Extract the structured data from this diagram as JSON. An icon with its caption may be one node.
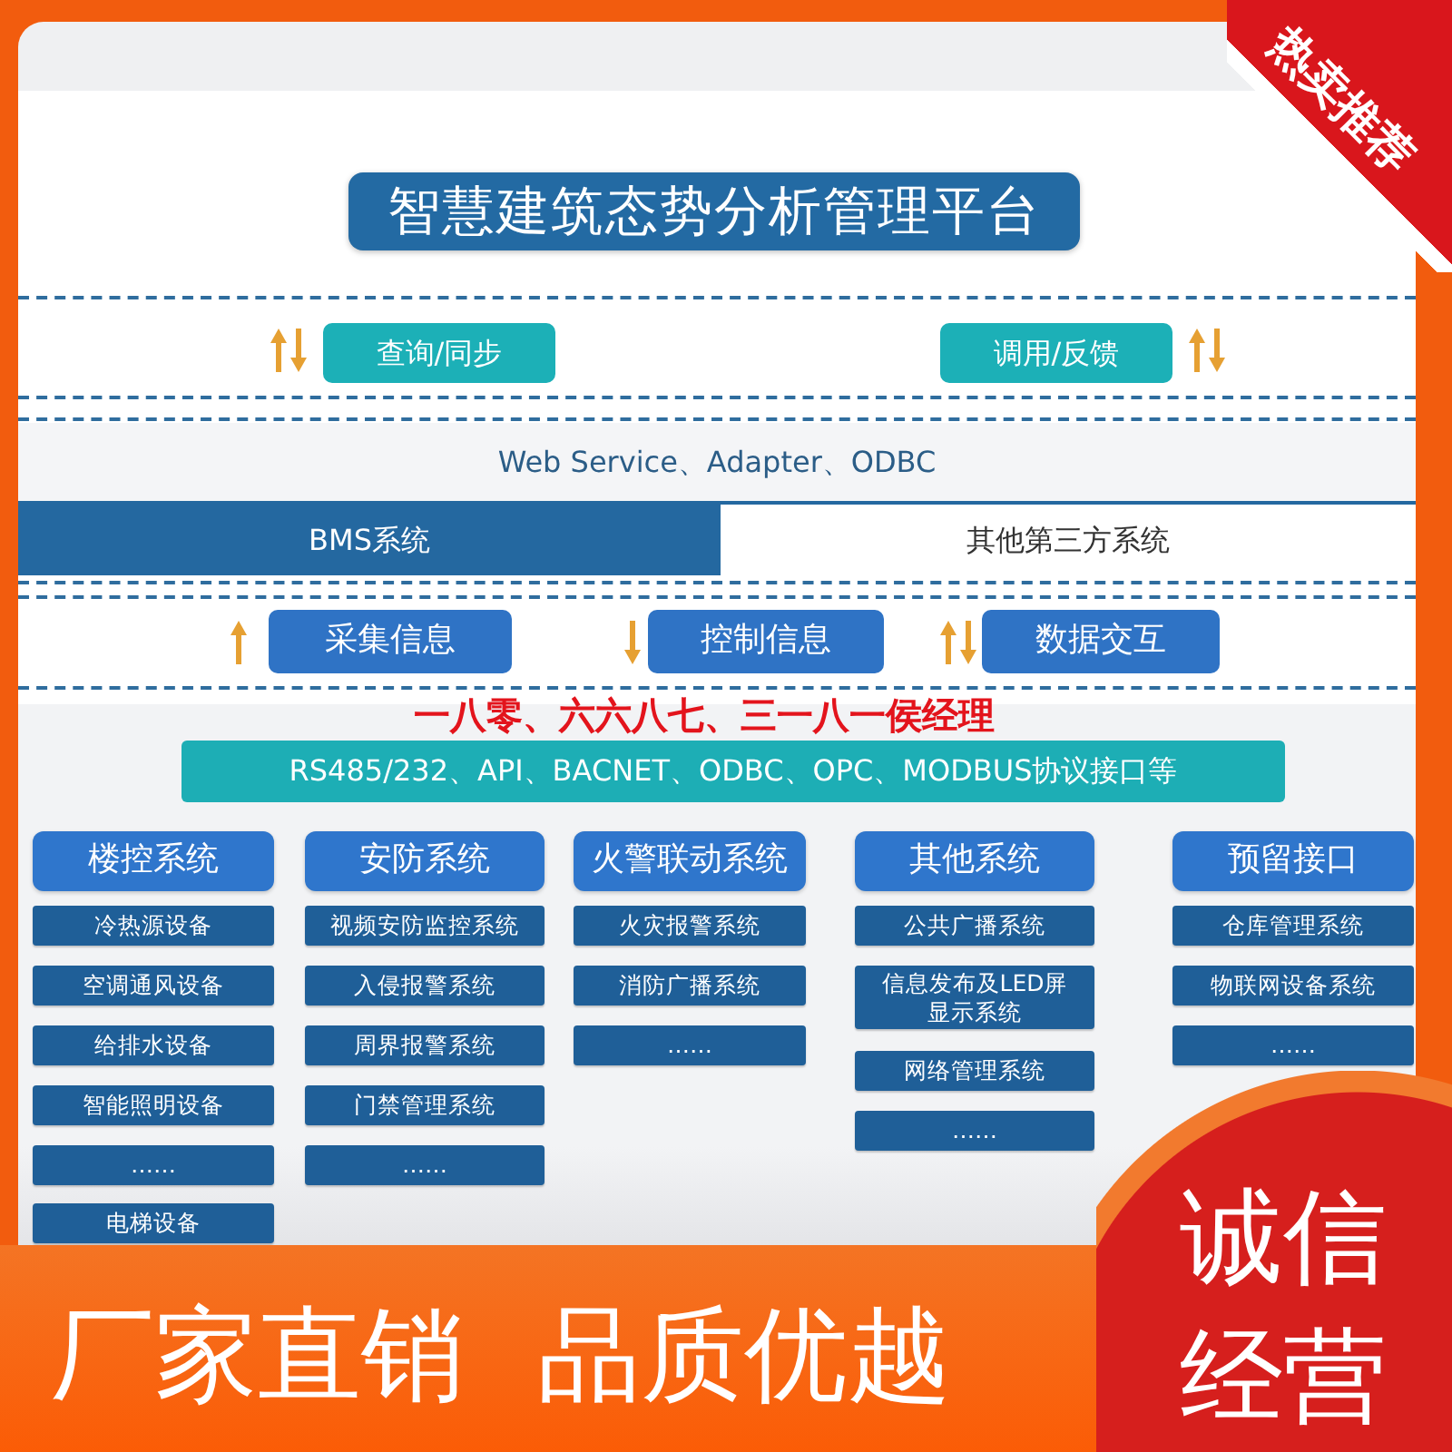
{
  "diagram": {
    "nodes": [
      {
        "text": [
          "热卖推荐"
        ]
      },
      {
        "text": [
          "智慧建筑态势分析管理平台"
        ]
      },
      {
        "text": [
          "查询/同步"
        ]
      },
      {
        "text": [
          "调用/反馈"
        ]
      },
      {
        "text": [
          "Web Service、Adapter、ODBC"
        ]
      },
      {
        "text": [
          "BMS系统"
        ]
      },
      {
        "text": [
          "其他第三方系统"
        ]
      },
      {
        "text": [
          "采集信息"
        ]
      },
      {
        "text": [
          "控制信息"
        ]
      },
      {
        "text": [
          "数据交互"
        ]
      },
      {
        "text": [
          "RS485/232、API、BACNET、ODBC、OPC、MODBUS协议接口等"
        ]
      },
      {
        "text": [
          "楼控系统"
        ]
      },
      {
        "text": [
          "冷热源设备"
        ]
      },
      {
        "text": [
          "空调通风设备"
        ]
      },
      {
        "text": [
          "给排水设备"
        ]
      },
      {
        "text": [
          "智能照明设备"
        ]
      },
      {
        "text": [
          "……"
        ]
      },
      {
        "text": [
          "电梯设备"
        ]
      },
      {
        "text": [
          "安防系统"
        ]
      },
      {
        "text": [
          "视频安防监控系统"
        ]
      },
      {
        "text": [
          "入侵报警系统"
        ]
      },
      {
        "text": [
          "周界报警系统"
        ]
      },
      {
        "text": [
          "门禁管理系统"
        ]
      },
      {
        "text": [
          "……"
        ]
      },
      {
        "text": [
          "火警联动系统"
        ]
      },
      {
        "text": [
          "火灾报警系统"
        ]
      },
      {
        "text": [
          "消防广播系统"
        ]
      },
      {
        "text": [
          "……"
        ]
      },
      {
        "text": [
          "其他系统"
        ]
      },
      {
        "text": [
          "公共广播系统"
        ]
      },
      {
        "text": [
          "信息发布及LED屏显示系统"
        ]
      },
      {
        "text": [
          "网络管理系统"
        ]
      },
      {
        "text": [
          "……"
        ]
      },
      {
        "text": [
          "预留接口"
        ]
      },
      {
        "text": [
          "仓库管理系统"
        ]
      },
      {
        "text": [
          "物联网设备系统"
        ]
      },
      {
        "text": [
          "……"
        ]
      },
      {
        "text": [
          "厂家直销",
          "品质优越"
        ]
      },
      {
        "text": [
          "诚信经营"
        ]
      }
    ],
    "labels": [
      "一八零、六六八七、三一八一侯经理"
    ]
  }
}
